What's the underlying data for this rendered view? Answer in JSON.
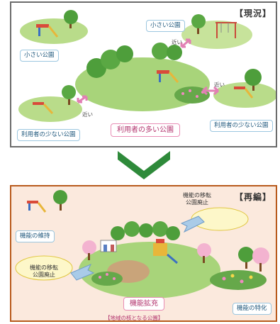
{
  "current": {
    "title": "【現況】",
    "labels": {
      "small_park_left": "小さい公園",
      "small_park_top": "小さい公園",
      "many_users": "利用者の多い公園",
      "few_users_left": "利用者の少ない公園",
      "few_users_right": "利用者の少ない公園"
    },
    "near_labels": [
      "近い",
      "近い",
      "近い"
    ]
  },
  "reorganized": {
    "title": "【再編】",
    "labels": {
      "maintain": "機能の維持",
      "expand": "機能拡充",
      "specialize": "機能の特化"
    },
    "bubbles": {
      "relocate_top": "機能の移転\n公園廃止",
      "relocate_left": "機能の移転\n公園廃止"
    },
    "hub_caption": "【地域の核となる公園】"
  },
  "colors": {
    "arrow": "#2e8a3a",
    "top_border": "#6c6c6c",
    "bottom_border": "#b85a1c",
    "bottom_bg": "#fbe9dd",
    "pink_label": "#b2346d",
    "blue_label": "#225a7e"
  }
}
